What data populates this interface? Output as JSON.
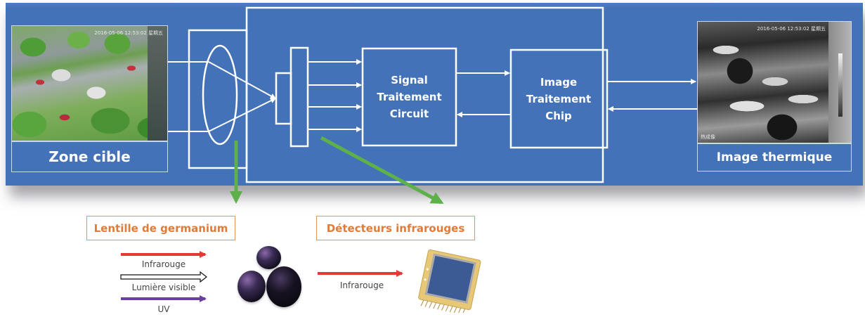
{
  "diagram": {
    "title": "Principe de fonctionnement d'une caméra thermique",
    "colors": {
      "panel_blue": "#4372b8",
      "line_white": "#ffffff",
      "pointer_green": "#5db04a",
      "label_orange": "#e07b39",
      "infrared_red": "#e53935",
      "uv_purple": "#6a3fa0"
    },
    "inputs": {
      "zone_label": "Zone cible",
      "zone_overlay_text": "2016-05-06 12:53:02 星期五"
    },
    "outputs": {
      "thermal_label": "Image thermique",
      "thermal_timestamp": "2016-05-06 12:53:02 星期五",
      "thermal_corner_text": "热成像"
    },
    "blocks": {
      "signal": {
        "line1": "Signal",
        "line2": "Traitement",
        "line3": "Circuit"
      },
      "image": {
        "line1": "Image",
        "line2": "Traitement",
        "line3": "Chip"
      }
    },
    "callouts": {
      "lens": "Lentille de germanium",
      "detector": "Détecteurs infrarouges"
    },
    "spectrum": {
      "infrared": "Infrarouge",
      "visible": "Lumière visible",
      "uv": "UV",
      "detector_input": "Infrarouge"
    },
    "icons": {
      "lens": "ellipse-lens-icon",
      "detector": "sensor-array-icon",
      "chip_photo": "ir-detector-chip-icon",
      "lens_photo": "germanium-lenses-icon"
    }
  }
}
